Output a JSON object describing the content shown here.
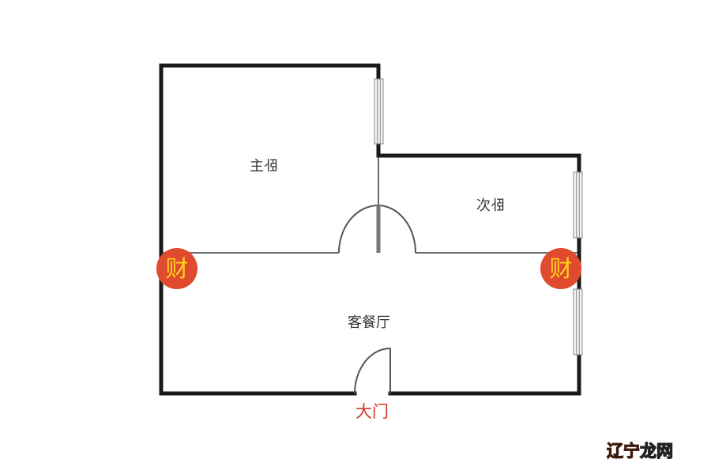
{
  "rooms": {
    "master_bedroom": {
      "label_a": "主",
      "label_b": "卧"
    },
    "second_bedroom": {
      "label_a": "次",
      "label_b": "卧"
    },
    "living_dining": {
      "label": "客餐厅"
    }
  },
  "entrance": {
    "label": "大门"
  },
  "wealth_markers": [
    {
      "position": "left-wall",
      "label": "财"
    },
    {
      "position": "right-wall",
      "label": "财"
    }
  ],
  "watermark": {
    "part_a": "辽宁",
    "part_b": "龙网"
  },
  "colors": {
    "wall": "#1a1a1a",
    "partition": "#6b6b6b",
    "door_label": "#d23a2a",
    "marker_fill": "#e04a2e",
    "marker_text": "#ffd21f",
    "window_fill": "#f2f2f2",
    "window_stroke": "#8a8a8a"
  }
}
